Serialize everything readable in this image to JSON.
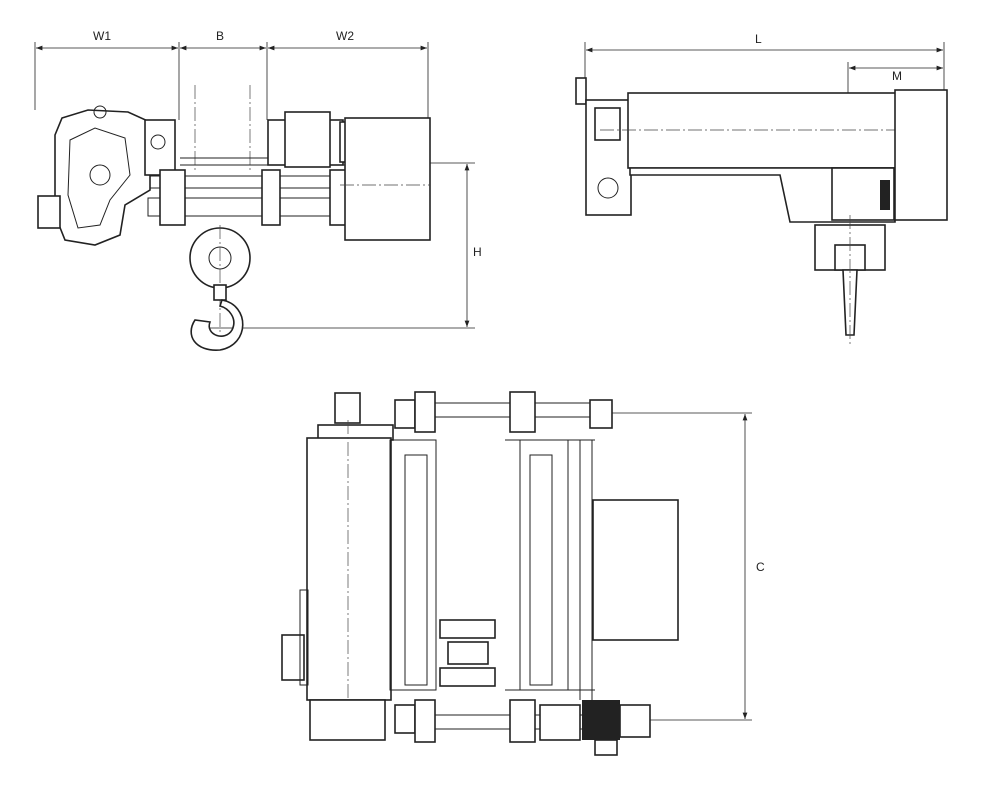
{
  "dimensions": {
    "w1": "W1",
    "b": "B",
    "w2": "W2",
    "h": "H",
    "l": "L",
    "m": "M",
    "c": "C"
  },
  "colors": {
    "line": "#222222",
    "background": "#ffffff"
  }
}
